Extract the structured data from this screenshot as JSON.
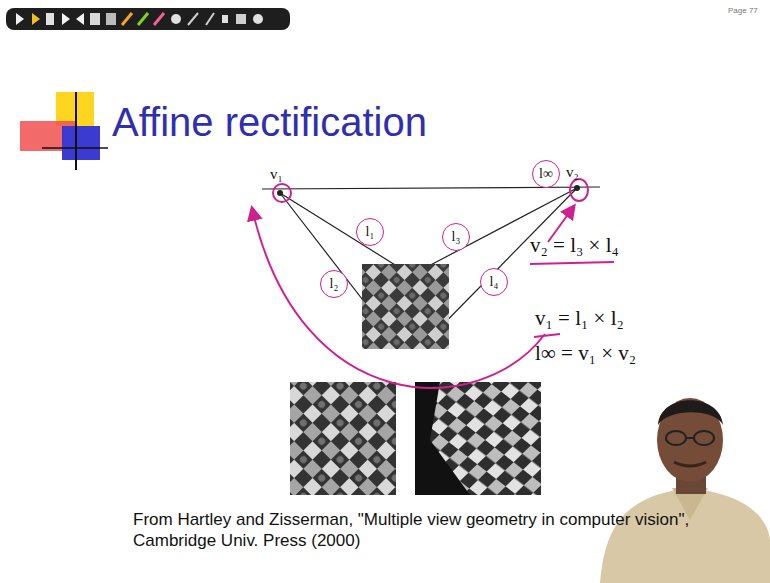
{
  "diagram": {
    "title": "Affine rectification",
    "caption": "From Hartley and Zisserman, \"Multiple view geometry in computer vision\", Cambridge Univ. Press (2000)",
    "nodes": [
      {
        "text": [
          "l∞"
        ]
      },
      {
        "text": [
          "l₁"
        ]
      },
      {
        "text": [
          "l₃"
        ]
      },
      {
        "text": [
          "l₂"
        ]
      },
      {
        "text": [
          "l₄"
        ]
      }
    ],
    "labels": [
      "Page 77",
      "v₁",
      "v₂",
      "v₂ = l₃ × l₄",
      "v₁ = l₁ × l₂",
      "l∞ = v₁ × v₂"
    ]
  }
}
